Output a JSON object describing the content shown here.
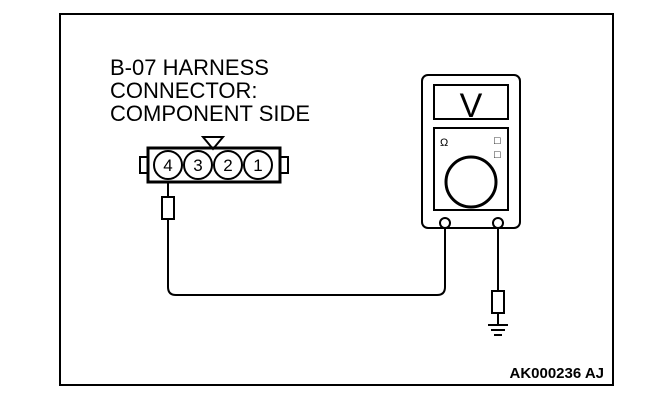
{
  "connector": {
    "label_lines": [
      "B-07 HARNESS",
      "CONNECTOR:",
      "COMPONENT SIDE"
    ],
    "pins": [
      "4",
      "3",
      "2",
      "1"
    ]
  },
  "meter": {
    "display_symbol": "V",
    "side_marks": [
      "Ω",
      "□",
      "□"
    ]
  },
  "reference_code": "AK000236 AJ"
}
